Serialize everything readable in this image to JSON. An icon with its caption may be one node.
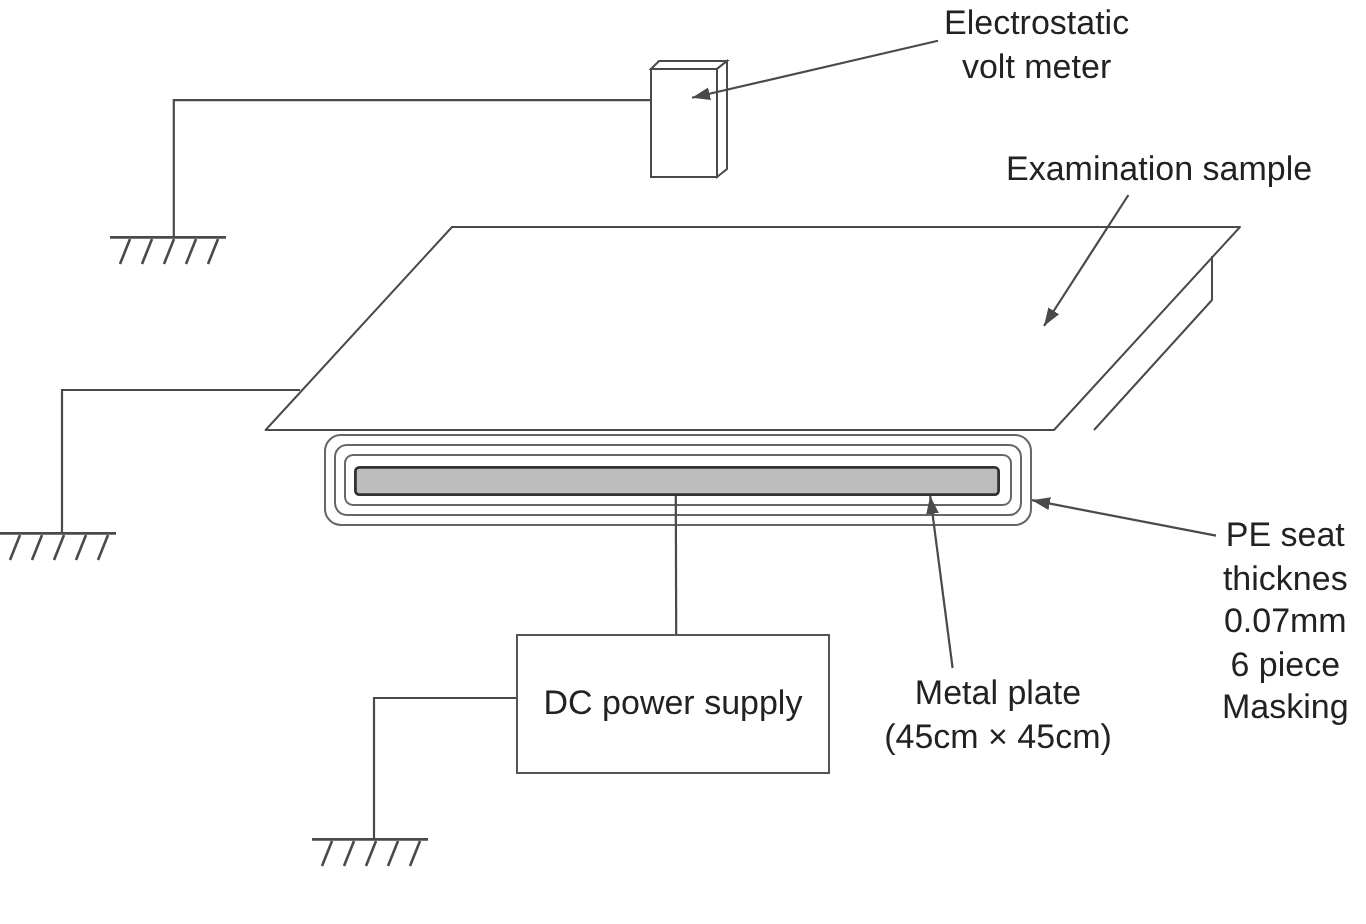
{
  "diagram": {
    "nodes": [
      {
        "text": [
          "Electrostatic volt meter"
        ]
      },
      {
        "text": [],
        "shape": "box"
      },
      {
        "text": [
          "Examination sample"
        ]
      },
      {
        "text": [],
        "shape": "ground"
      },
      {
        "text": [],
        "shape": "sheet"
      },
      {
        "text": [],
        "shape": "ground"
      },
      {
        "text": [],
        "shape": "box"
      },
      {
        "text": [],
        "shape": "bar",
        "in": 6
      },
      {
        "text": [
          "PE seat thicknes 0.07mm 6 piece Masking"
        ]
      },
      {
        "text": [
          "DC power supply"
        ]
      },
      {
        "text": [
          "Metal plate (45cm × 45cm)"
        ]
      },
      {
        "text": [],
        "shape": "ground"
      }
    ],
    "edges": [
      {
        "from": 0,
        "to": 1,
        "arrow": "to"
      },
      {
        "from": 1,
        "to": 3,
        "arrow": "none"
      },
      {
        "from": 2,
        "to": 4,
        "arrow": "to"
      },
      {
        "from": 4,
        "to": 5,
        "arrow": "none"
      },
      {
        "from": 7,
        "to": 9,
        "arrow": "none"
      },
      {
        "from": 9,
        "to": 11,
        "arrow": "none"
      },
      {
        "from": 8,
        "to": 6,
        "arrow": "to"
      },
      {
        "from": 10,
        "to": 7,
        "arrow": "to"
      }
    ]
  }
}
